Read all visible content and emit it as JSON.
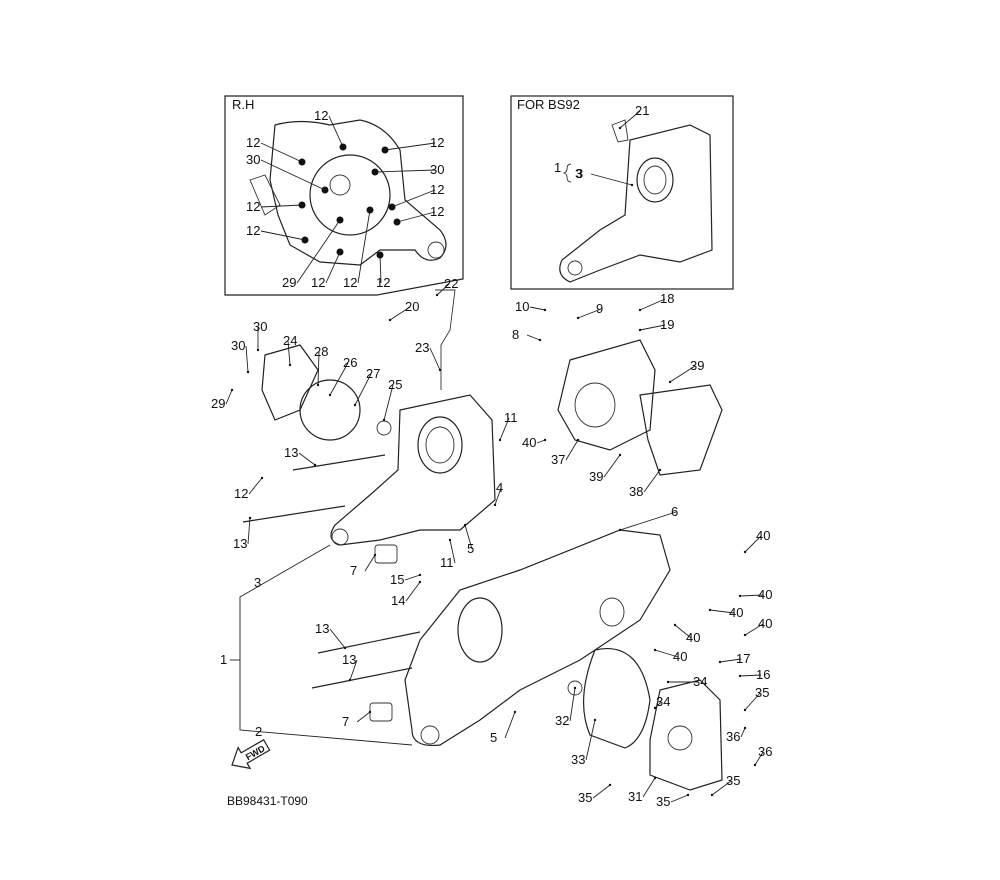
{
  "insets": {
    "rh": {
      "title": "R.H"
    },
    "bs92": {
      "title": "FOR BS92",
      "assembly_ref": "1",
      "sub_ref": "3"
    }
  },
  "callouts": [
    "12",
    "12",
    "12",
    "30",
    "30",
    "12",
    "12",
    "12",
    "12",
    "29",
    "12",
    "12",
    "12",
    "21",
    "3",
    "22",
    "20",
    "10",
    "9",
    "18",
    "8",
    "19",
    "30",
    "24",
    "30",
    "28",
    "26",
    "23",
    "27",
    "39",
    "29",
    "25",
    "11",
    "40",
    "13",
    "37",
    "39",
    "38",
    "12",
    "4",
    "6",
    "40",
    "13",
    "5",
    "11",
    "7",
    "3",
    "15",
    "14",
    "40",
    "40",
    "40",
    "13",
    "40",
    "1",
    "13",
    "40",
    "17",
    "16",
    "34",
    "34",
    "35",
    "7",
    "32",
    "36",
    "2",
    "5",
    "36",
    "33",
    "35",
    "35",
    "31",
    "35"
  ],
  "fwd_label": "FWD",
  "diagram_code": "BB98431-T090"
}
